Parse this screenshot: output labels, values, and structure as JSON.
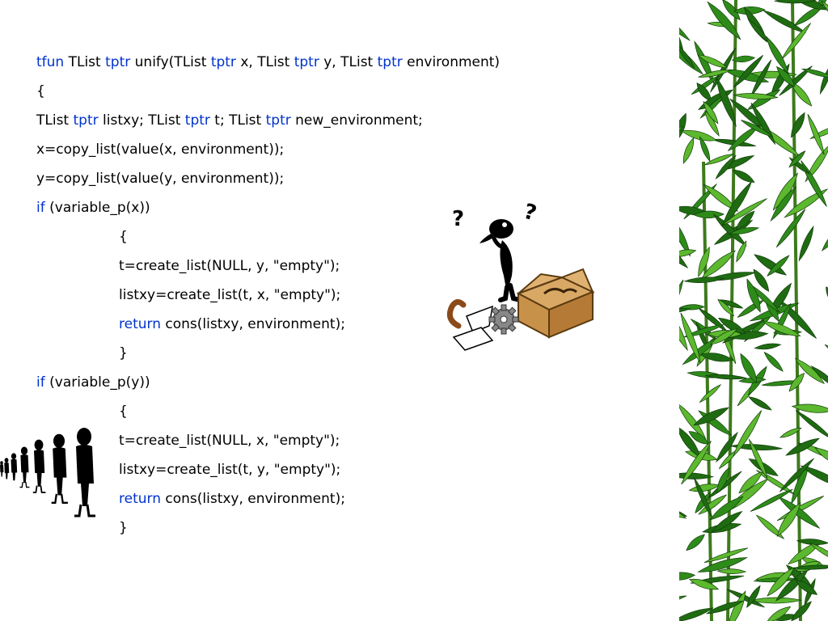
{
  "code": {
    "lines": [
      {
        "indent": false,
        "tokens": [
          {
            "text": "tfun",
            "kw": true
          },
          {
            "text": " TList ",
            "kw": false
          },
          {
            "text": "tptr",
            "kw": true
          },
          {
            "text": " unify(TList ",
            "kw": false
          },
          {
            "text": "tptr",
            "kw": true
          },
          {
            "text": " x, TList ",
            "kw": false
          },
          {
            "text": "tptr",
            "kw": true
          },
          {
            "text": " y, TList ",
            "kw": false
          },
          {
            "text": "tptr",
            "kw": true
          },
          {
            "text": " environment)",
            "kw": false
          }
        ]
      },
      {
        "indent": false,
        "tokens": [
          {
            "text": "{",
            "kw": false
          }
        ]
      },
      {
        "indent": false,
        "tokens": [
          {
            "text": "TList ",
            "kw": false
          },
          {
            "text": "tptr",
            "kw": true
          },
          {
            "text": " listxy; TList ",
            "kw": false
          },
          {
            "text": "tptr",
            "kw": true
          },
          {
            "text": " t; TList ",
            "kw": false
          },
          {
            "text": "tptr",
            "kw": true
          },
          {
            "text": " new_environment;",
            "kw": false
          }
        ]
      },
      {
        "indent": false,
        "tokens": [
          {
            "text": "x=copy_list(value(x, environment));",
            "kw": false
          }
        ]
      },
      {
        "indent": false,
        "tokens": [
          {
            "text": "y=copy_list(value(y, environment));",
            "kw": false
          }
        ]
      },
      {
        "indent": false,
        "tokens": [
          {
            "text": "if",
            "kw": true
          },
          {
            "text": " (variable_p(x))",
            "kw": false
          }
        ]
      },
      {
        "indent": true,
        "tokens": [
          {
            "text": "{",
            "kw": false
          }
        ]
      },
      {
        "indent": true,
        "tokens": [
          {
            "text": "t=create_list(NULL, y, \"empty\");",
            "kw": false
          }
        ]
      },
      {
        "indent": true,
        "tokens": [
          {
            "text": "listxy=create_list(t, x, \"empty\");",
            "kw": false
          }
        ]
      },
      {
        "indent": true,
        "tokens": [
          {
            "text": "return",
            "kw": true
          },
          {
            "text": " cons(listxy, environment);",
            "kw": false
          }
        ]
      },
      {
        "indent": true,
        "tokens": [
          {
            "text": "}",
            "kw": false
          }
        ]
      },
      {
        "indent": false,
        "tokens": [
          {
            "text": "if",
            "kw": true
          },
          {
            "text": " (variable_p(y))",
            "kw": false
          }
        ]
      },
      {
        "indent": true,
        "tokens": [
          {
            "text": "{",
            "kw": false
          }
        ]
      },
      {
        "indent": true,
        "tokens": [
          {
            "text": "t=create_list(NULL, x, \"empty\");",
            "kw": false
          }
        ]
      },
      {
        "indent": true,
        "tokens": [
          {
            "text": "listxy=create_list(t, y, \"empty\");",
            "kw": false
          }
        ]
      },
      {
        "indent": true,
        "tokens": [
          {
            "text": "return",
            "kw": true
          },
          {
            "text": " cons(listxy, environment);",
            "kw": false
          }
        ]
      },
      {
        "indent": true,
        "tokens": [
          {
            "text": "}",
            "kw": false
          }
        ]
      }
    ]
  },
  "decorations": {
    "bamboo_icon": "bamboo-leaves-border",
    "confused_icon": "confused-figure-with-box-clipart",
    "people_icon": "receding-people-row-clipart"
  },
  "colors": {
    "keyword": "#0033cc",
    "text": "#000000",
    "leaf_dark": "#1f6b12",
    "leaf_mid": "#2e8b1a",
    "leaf_light": "#5cb82e",
    "box": "#c8914a"
  }
}
